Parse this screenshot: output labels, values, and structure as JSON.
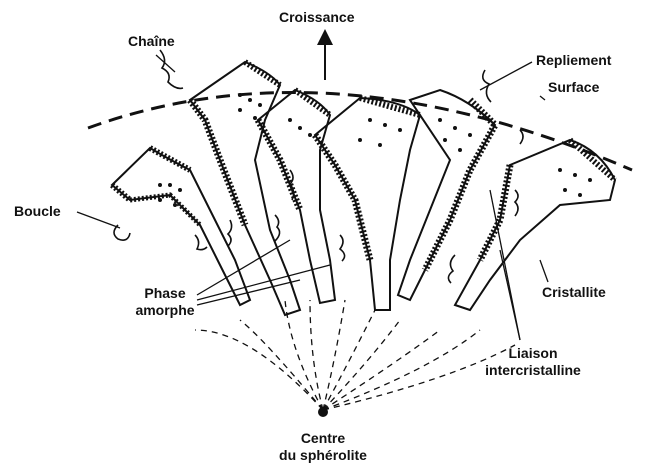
{
  "labels": {
    "croissance": "Croissance",
    "chaine": "Chaîne",
    "repliement": "Repliement",
    "surface": "Surface",
    "boucle": "Boucle",
    "cristallite": "Cristallite",
    "phase_line1": "Phase",
    "phase_line2": "amorphe",
    "liaison_line1": "Liaison",
    "liaison_line2": "intercristalline",
    "centre_line1": "Centre",
    "centre_line2": "du sphérolite"
  },
  "colors": {
    "ink": "#111111",
    "background": "#ffffff"
  },
  "icons": {
    "growth_arrow": "arrow-up-icon",
    "center_point": "filled-dot-icon"
  }
}
